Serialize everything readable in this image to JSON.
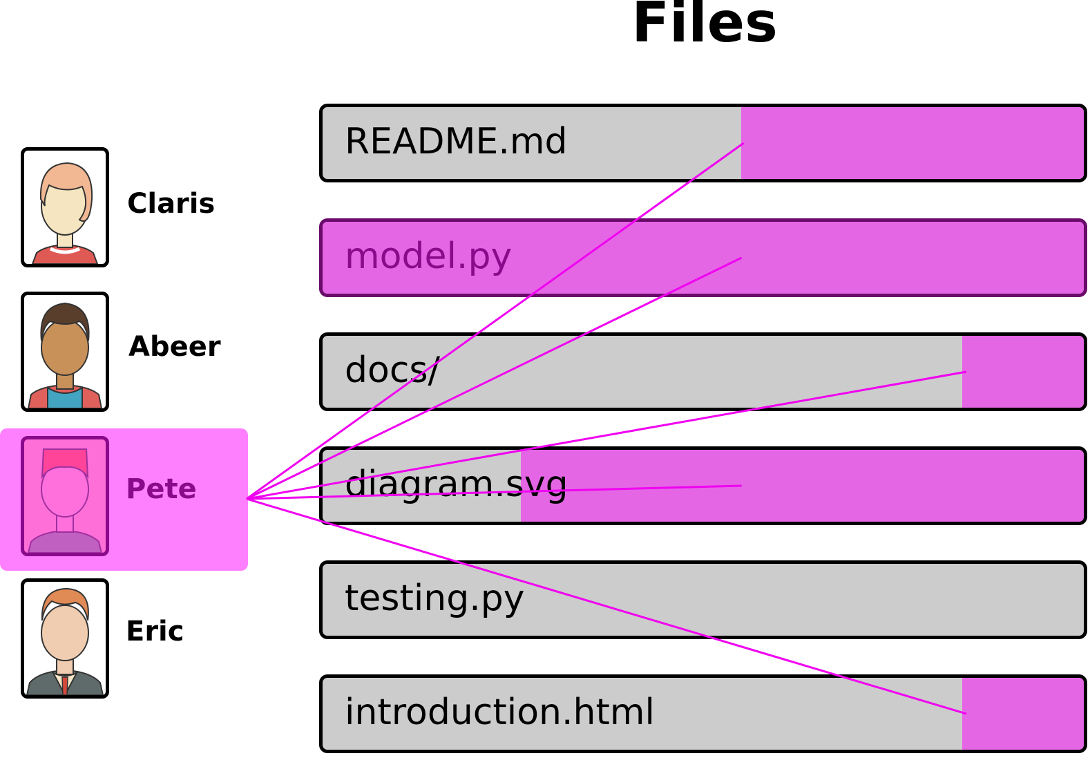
{
  "title": "Files",
  "colors": {
    "highlight": "#ff80ff",
    "file_fill": "#e566e5",
    "link_line": "#f000f0",
    "file_bg": "#cccccc",
    "selected_text": "#8b0a8b"
  },
  "people": [
    {
      "name": "Claris",
      "icon": "woman-avatar-icon",
      "selected": false
    },
    {
      "name": "Abeer",
      "icon": "man-curly-hair-avatar-icon",
      "selected": false
    },
    {
      "name": "Pete",
      "icon": "man-avatar-icon",
      "selected": true
    },
    {
      "name": "Eric",
      "icon": "businessman-avatar-icon",
      "selected": false
    }
  ],
  "files": [
    {
      "name": "README.md",
      "share": 0.45
    },
    {
      "name": "model.py",
      "share": 1.0
    },
    {
      "name": "docs/",
      "share": 0.16
    },
    {
      "name": "diagram.svg",
      "share": 0.74
    },
    {
      "name": "testing.py",
      "share": 0.0
    },
    {
      "name": "introduction.html",
      "share": 0.16
    }
  ]
}
